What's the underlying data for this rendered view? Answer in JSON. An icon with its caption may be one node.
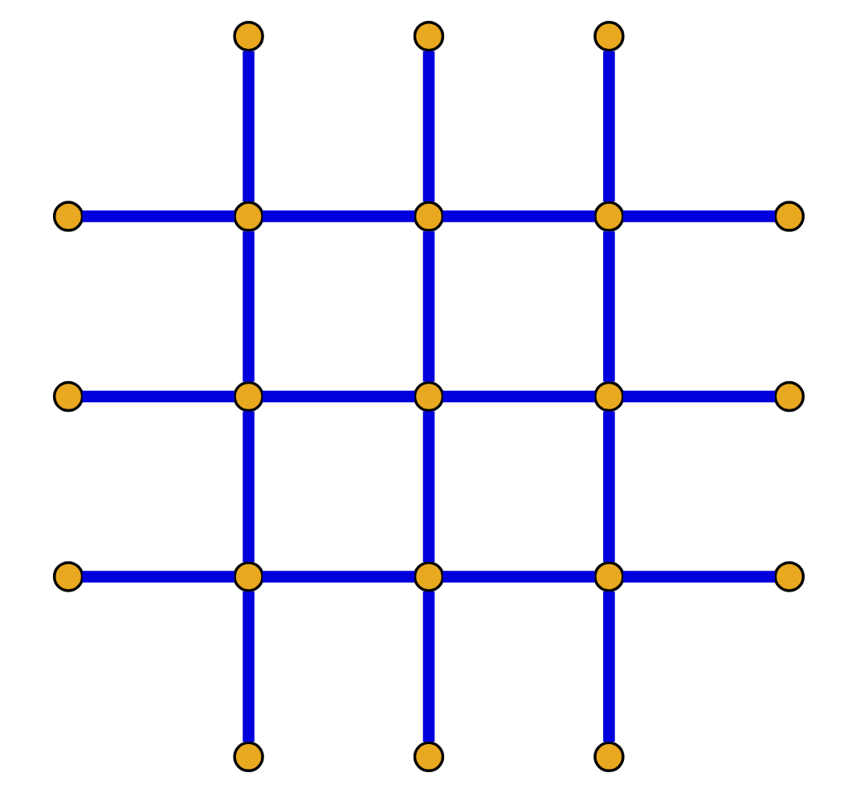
{
  "diagram": {
    "nodes": [
      {
        "text": [],
        "shape": "circle"
      },
      {
        "text": [],
        "shape": "circle"
      },
      {
        "text": [],
        "shape": "circle"
      },
      {
        "text": [],
        "shape": "circle"
      },
      {
        "text": [],
        "shape": "circle"
      },
      {
        "text": [],
        "shape": "circle"
      },
      {
        "text": [],
        "shape": "circle"
      },
      {
        "text": [],
        "shape": "circle"
      },
      {
        "text": [],
        "shape": "circle"
      },
      {
        "text": [],
        "shape": "circle"
      },
      {
        "text": [],
        "shape": "circle"
      },
      {
        "text": [],
        "shape": "circle"
      },
      {
        "text": [],
        "shape": "circle"
      },
      {
        "text": [],
        "shape": "circle"
      },
      {
        "text": [],
        "shape": "circle"
      },
      {
        "text": [],
        "shape": "circle"
      },
      {
        "text": [],
        "shape": "circle"
      },
      {
        "text": [],
        "shape": "circle"
      },
      {
        "text": [],
        "shape": "circle"
      },
      {
        "text": [],
        "shape": "circle"
      },
      {
        "text": [],
        "shape": "circle"
      }
    ],
    "edges": [
      {
        "from": 3,
        "to": 4,
        "arrow": "none"
      },
      {
        "from": 4,
        "to": 5,
        "arrow": "none"
      },
      {
        "from": 5,
        "to": 6,
        "arrow": "none"
      },
      {
        "from": 6,
        "to": 7,
        "arrow": "none"
      },
      {
        "from": 8,
        "to": 9,
        "arrow": "none"
      },
      {
        "from": 9,
        "to": 10,
        "arrow": "none"
      },
      {
        "from": 10,
        "to": 11,
        "arrow": "none"
      },
      {
        "from": 11,
        "to": 12,
        "arrow": "none"
      },
      {
        "from": 13,
        "to": 14,
        "arrow": "none"
      },
      {
        "from": 14,
        "to": 15,
        "arrow": "none"
      },
      {
        "from": 15,
        "to": 16,
        "arrow": "none"
      },
      {
        "from": 16,
        "to": 17,
        "arrow": "none"
      },
      {
        "from": 0,
        "to": 4,
        "arrow": "none"
      },
      {
        "from": 4,
        "to": 9,
        "arrow": "none"
      },
      {
        "from": 9,
        "to": 14,
        "arrow": "none"
      },
      {
        "from": 14,
        "to": 18,
        "arrow": "none"
      },
      {
        "from": 1,
        "to": 5,
        "arrow": "none"
      },
      {
        "from": 5,
        "to": 10,
        "arrow": "none"
      },
      {
        "from": 10,
        "to": 15,
        "arrow": "none"
      },
      {
        "from": 15,
        "to": 19,
        "arrow": "none"
      },
      {
        "from": 2,
        "to": 6,
        "arrow": "none"
      },
      {
        "from": 6,
        "to": 11,
        "arrow": "none"
      },
      {
        "from": 11,
        "to": 16,
        "arrow": "none"
      },
      {
        "from": 16,
        "to": 20,
        "arrow": "none"
      }
    ]
  }
}
